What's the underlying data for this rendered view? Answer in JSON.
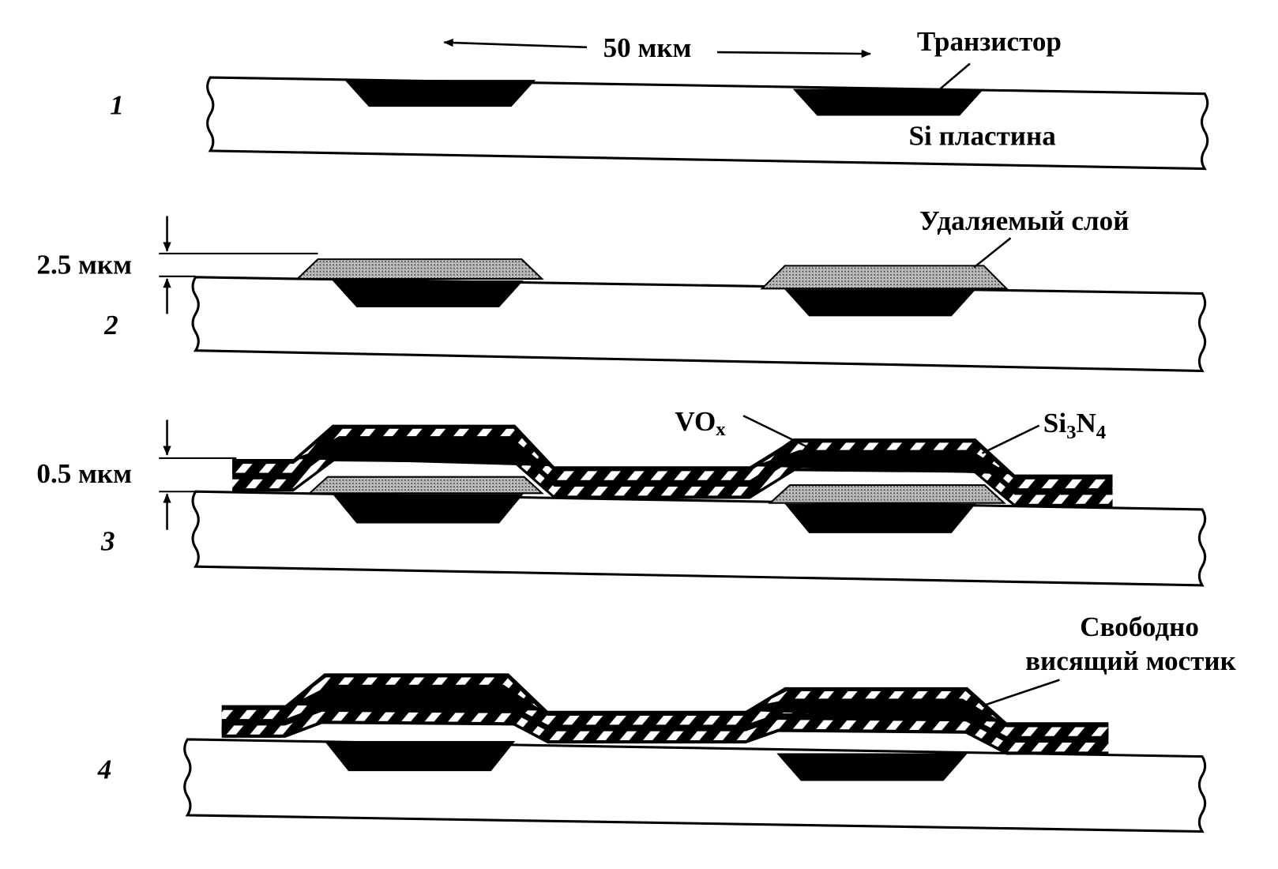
{
  "diagram": {
    "scale_label": "50 мкм",
    "stages": [
      {
        "number": "1"
      },
      {
        "number": "2",
        "dimension": "2.5 мкм"
      },
      {
        "number": "3",
        "dimension": "0.5 мкм"
      },
      {
        "number": "4"
      }
    ],
    "labels": {
      "transistor": "Транзистор",
      "si_wafer": "Si пластина",
      "sacrificial_layer": "Удаляемый слой",
      "vox_main": "VO",
      "vox_sub": "x",
      "sin_si": "Si",
      "sin_3": "3",
      "sin_n": "N",
      "sin_4": "4",
      "bridge_line1": "Свободно",
      "bridge_line2": "висящий мостик"
    },
    "colors": {
      "ink": "#000000",
      "paper": "#ffffff",
      "sacrificial": "#9a9a9a"
    }
  }
}
